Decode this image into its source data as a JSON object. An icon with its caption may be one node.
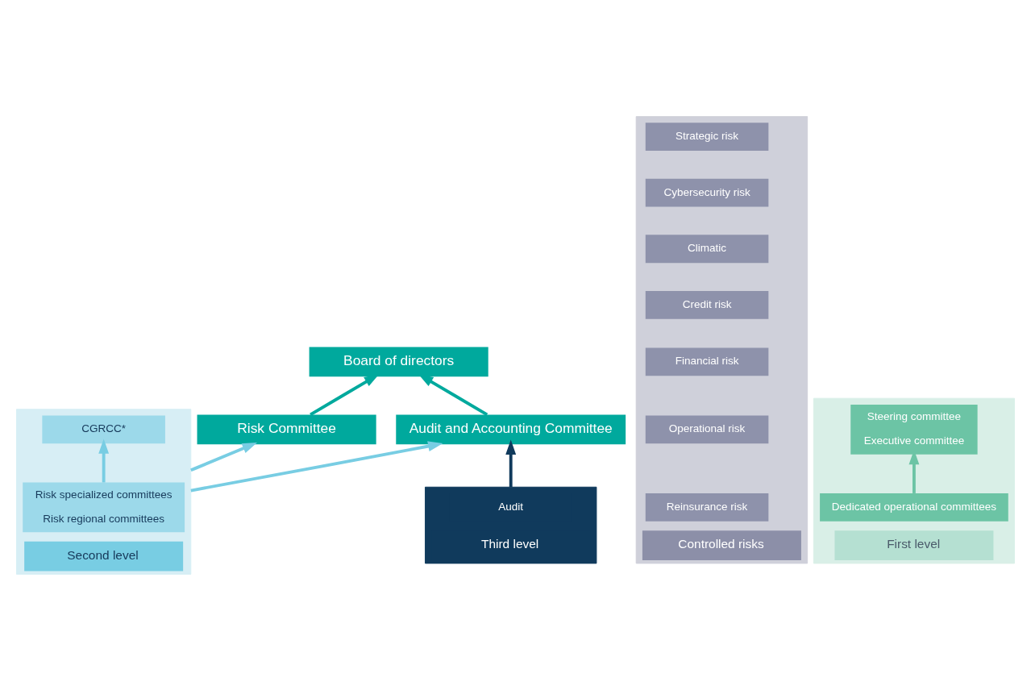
{
  "diagram": {
    "nodes": [
      {
        "text": [
          "Board of directors"
        ]
      },
      {
        "text": [
          "Risk Committee"
        ]
      },
      {
        "text": [
          "Audit and Accounting Committee"
        ]
      },
      {
        "text": [
          "Controlled risks"
        ]
      },
      {
        "text": [
          "Strategic risk"
        ],
        "in": 3
      },
      {
        "text": [
          "Cybersecurity risk"
        ],
        "in": 3
      },
      {
        "text": [
          "Climatic"
        ],
        "in": 3
      },
      {
        "text": [
          "Credit risk"
        ],
        "in": 3
      },
      {
        "text": [
          "Financial risk"
        ],
        "in": 3
      },
      {
        "text": [
          "Operational risk"
        ],
        "in": 3
      },
      {
        "text": [
          "Reinsurance risk"
        ],
        "in": 3
      },
      {
        "text": [
          "First level"
        ]
      },
      {
        "text": [
          "Steering committee",
          "Executive committee"
        ],
        "in": 11
      },
      {
        "text": [
          "Dedicated operational committees"
        ],
        "in": 11
      },
      {
        "text": [
          "Second level"
        ]
      },
      {
        "text": [
          "CGRCC*"
        ],
        "in": 14
      },
      {
        "text": [
          "Risk specialized committees",
          "Risk regional committees"
        ],
        "in": 14
      },
      {
        "text": [
          "Third level"
        ]
      },
      {
        "text": [
          "Audit"
        ],
        "in": 17
      }
    ],
    "edges": [
      {
        "from": 1,
        "to": 0,
        "arrow": "to",
        "color": "#00a99d"
      },
      {
        "from": 2,
        "to": 0,
        "arrow": "to",
        "color": "#00a99d"
      },
      {
        "from": 13,
        "to": 12,
        "arrow": "to",
        "color": "#6cc4a5"
      },
      {
        "from": 16,
        "to": 15,
        "arrow": "to",
        "color": "#78cde3"
      },
      {
        "from": 14,
        "to": 1,
        "arrow": "to",
        "color": "#78cde3"
      },
      {
        "from": 14,
        "to": 2,
        "arrow": "to",
        "color": "#78cde3"
      },
      {
        "from": 17,
        "to": 2,
        "arrow": "to",
        "color": "#103a5c"
      }
    ]
  }
}
